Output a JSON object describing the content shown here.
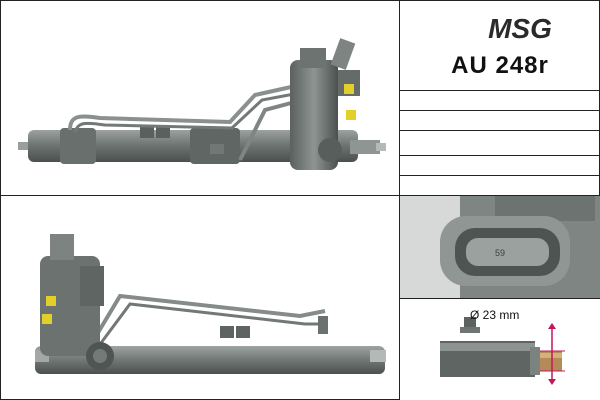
{
  "brand": {
    "logo_text": "MSG",
    "colors": {
      "primary": "#2a2a2a",
      "accent": "#c62828"
    }
  },
  "product": {
    "part_number": "AU 248r"
  },
  "detail": {
    "housing_stamp": "59",
    "diameter_label": "Ø 23 mm"
  },
  "icons": {
    "top_photo": "steering-rack-photo",
    "bottom_photo": "steering-rack-photo",
    "port_detail": "port-detail-photo",
    "end_detail": "rack-end-detail-photo"
  }
}
